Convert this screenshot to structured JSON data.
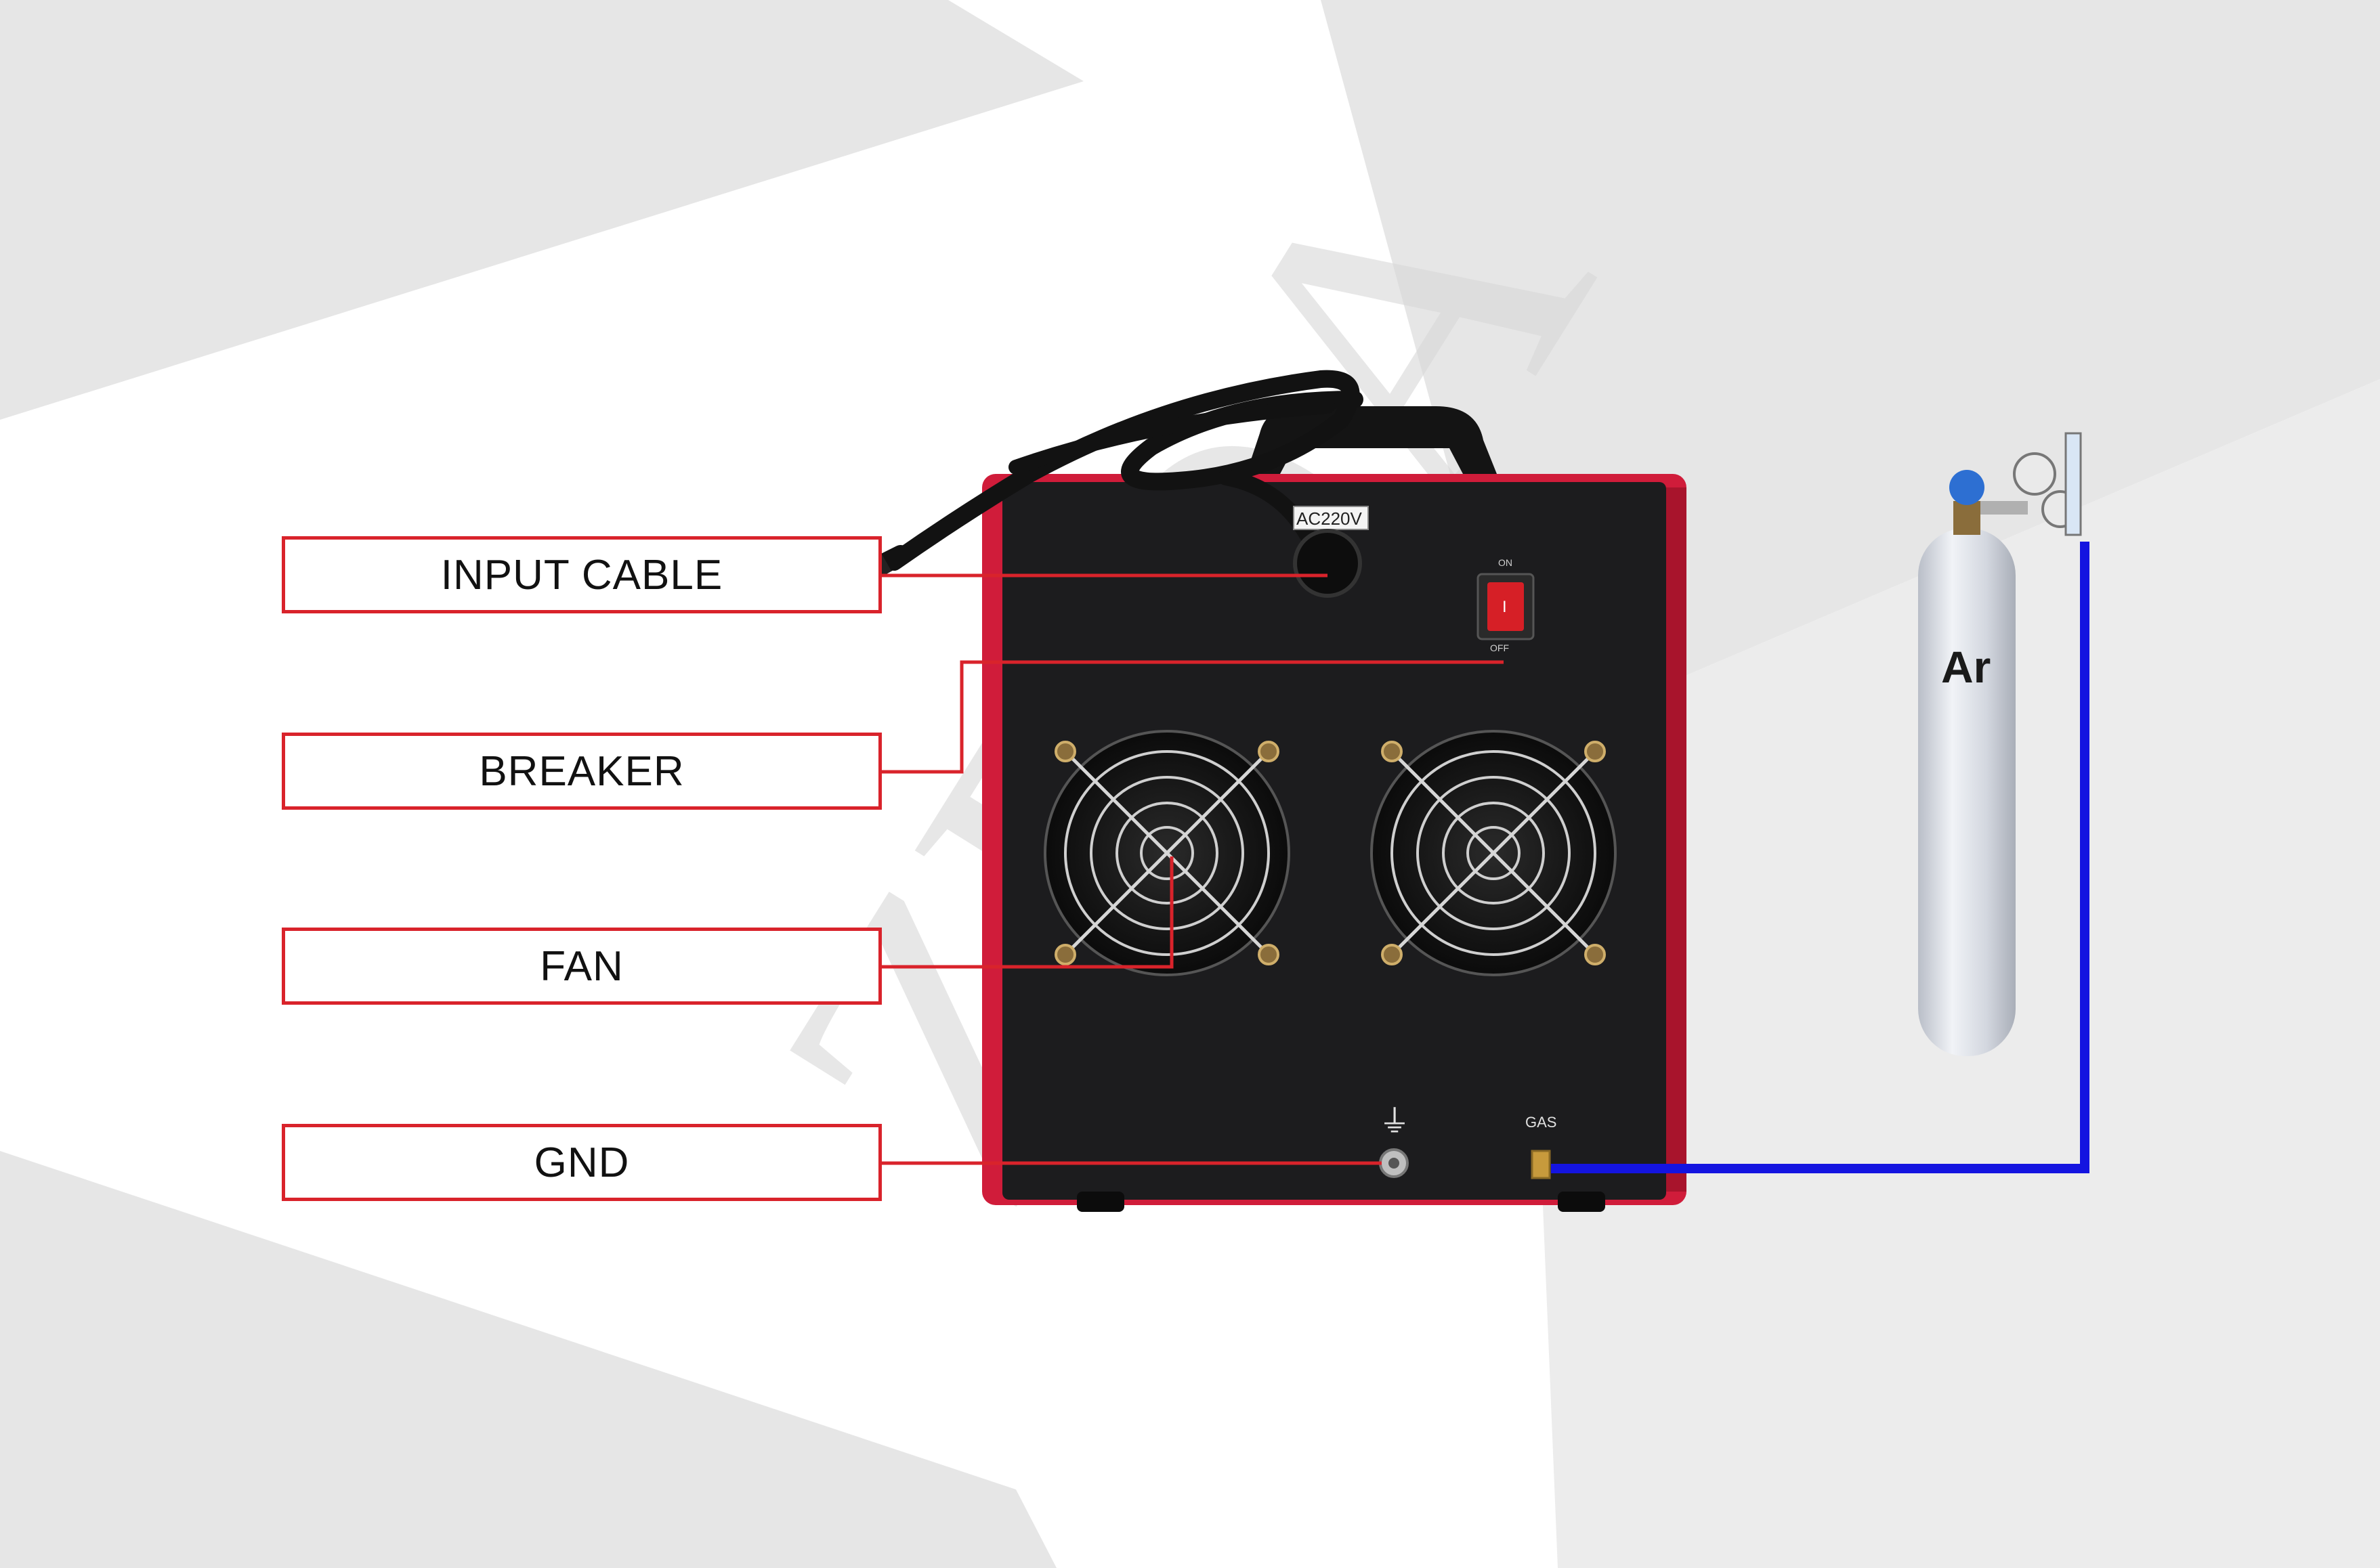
{
  "labels": {
    "input_cable": "INPUT CABLE",
    "breaker": "BREAKER",
    "fan": "FAN",
    "gnd": "GND"
  },
  "machine": {
    "inlet_marking": "AC220V",
    "switch_on": "ON",
    "switch_off": "OFF",
    "switch_glyph": "I",
    "gas_port_label": "GAS",
    "ground_symbol": "⏚"
  },
  "cylinder": {
    "gas": "Ar"
  },
  "watermark": "ZEDA",
  "colors": {
    "callout": "#d9232b",
    "machine_body": "#d01c3a",
    "panel": "#1c1c1e",
    "gas_hose": "#1414e0",
    "cylinder": "#dcdfe6",
    "background_shape": "#e6e6e6"
  }
}
